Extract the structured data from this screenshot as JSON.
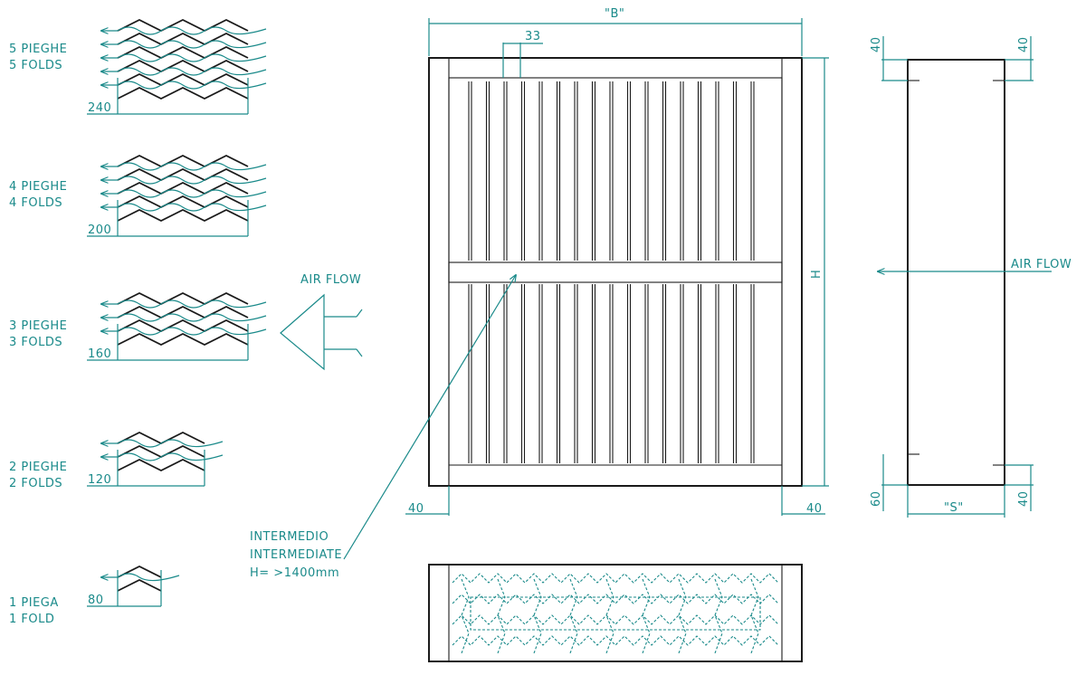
{
  "colors": {
    "accent": "#1a8a8a",
    "line": "#1b1b1b"
  },
  "folds": [
    {
      "it": "5 PIEGHE",
      "en": "5 FOLDS",
      "dim": "240",
      "count": 5
    },
    {
      "it": "4 PIEGHE",
      "en": "4 FOLDS",
      "dim": "200",
      "count": 4
    },
    {
      "it": "3 PIEGHE",
      "en": "3 FOLDS",
      "dim": "160",
      "count": 3
    },
    {
      "it": "2 PIEGHE",
      "en": "2 FOLDS",
      "dim": "120",
      "count": 2
    },
    {
      "it": "1 PIEGA",
      "en": "1 FOLD",
      "dim": "80",
      "count": 1
    }
  ],
  "front": {
    "width_label": "\"B\"",
    "height_label": "H",
    "slat_label": "33",
    "frame_left": "40",
    "frame_right": "40"
  },
  "side": {
    "top_left": "40",
    "top_right": "40",
    "bottom_left": "60",
    "bottom_right": "40",
    "depth_label": "\"S\"",
    "airflow": "AIR FLOW"
  },
  "airflow_left": "AIR FLOW",
  "intermediate": {
    "it": "INTERMEDIO",
    "en": "INTERMEDIATE",
    "note": "H= >1400mm"
  }
}
